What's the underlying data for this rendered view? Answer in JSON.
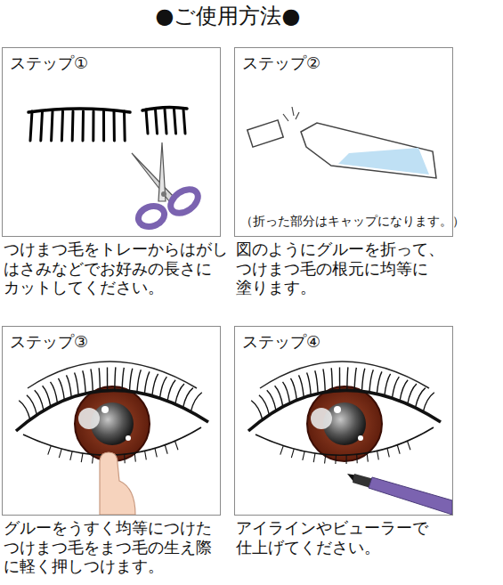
{
  "diagram": {
    "title": "●ご使用方法●",
    "nodes": [
      {
        "text": [
          "ステップ①",
          "つけまつ毛をトレーからはがし はさみなどでお好みの長さに カットしてください。"
        ]
      },
      {
        "text": [
          "ステップ②",
          "（折った部分はキャップになります。）",
          "図のようにグルーを折って、 つけまつ毛の根元に均等に 塗ります。"
        ]
      },
      {
        "text": [
          "ステップ③",
          "グルーをうすく均等につけた つけまつ毛をまつ毛の生え際 に軽く押しつけます。"
        ]
      },
      {
        "text": [
          "ステップ④",
          "アイラインやビューラーで 仕上げてください。"
        ]
      }
    ]
  }
}
